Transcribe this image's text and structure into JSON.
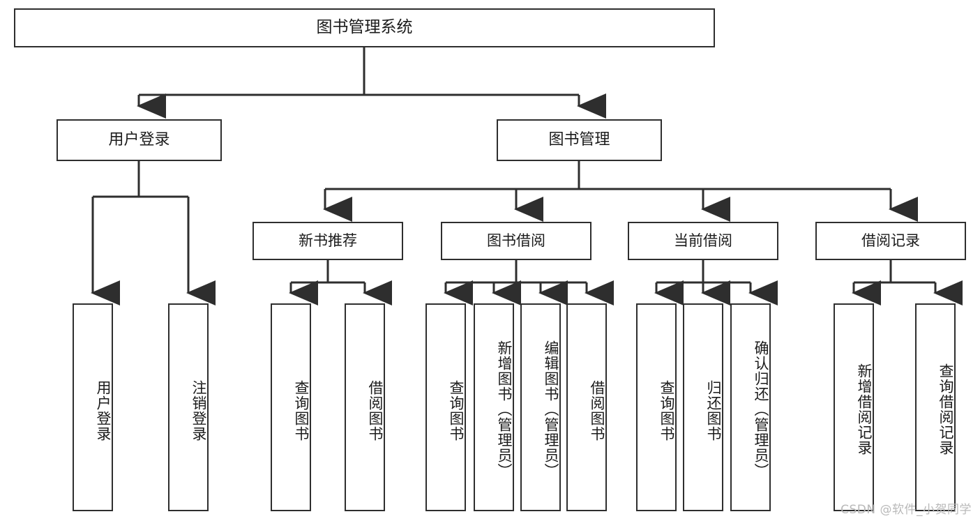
{
  "diagram": {
    "title": "图书管理系统",
    "type": "tree",
    "colors": {
      "box_border": "#2e2e2e",
      "box_fill": "#ffffff",
      "connector": "#2e2e2e",
      "text": "#1b1b1b",
      "watermark": "#b9b9b9",
      "background": "#ffffff"
    },
    "root": {
      "label": "图书管理系统"
    },
    "level1": [
      {
        "label": "用户登录"
      },
      {
        "label": "图书管理"
      }
    ],
    "level2": [
      {
        "label": "新书推荐"
      },
      {
        "label": "图书借阅"
      },
      {
        "label": "当前借阅"
      },
      {
        "label": "借阅记录"
      }
    ],
    "leaves": {
      "user_login": [
        {
          "label": "用户登录"
        },
        {
          "label": "注销登录"
        }
      ],
      "new_book_recommend": [
        {
          "label": "查询图书"
        },
        {
          "label": "借阅图书"
        }
      ],
      "book_borrow": [
        {
          "label": "查询图书"
        },
        {
          "label": "新增图书（管理员）"
        },
        {
          "label": "编辑图书（管理员）"
        },
        {
          "label": "借阅图书"
        }
      ],
      "current_borrow": [
        {
          "label": "查询图书"
        },
        {
          "label": "归还图书"
        },
        {
          "label": "确认归还（管理员）"
        }
      ],
      "borrow_record": [
        {
          "label": "新增借阅记录"
        },
        {
          "label": "查询借阅记录"
        }
      ]
    },
    "watermark": "CSDN @软件_小贺同学"
  }
}
